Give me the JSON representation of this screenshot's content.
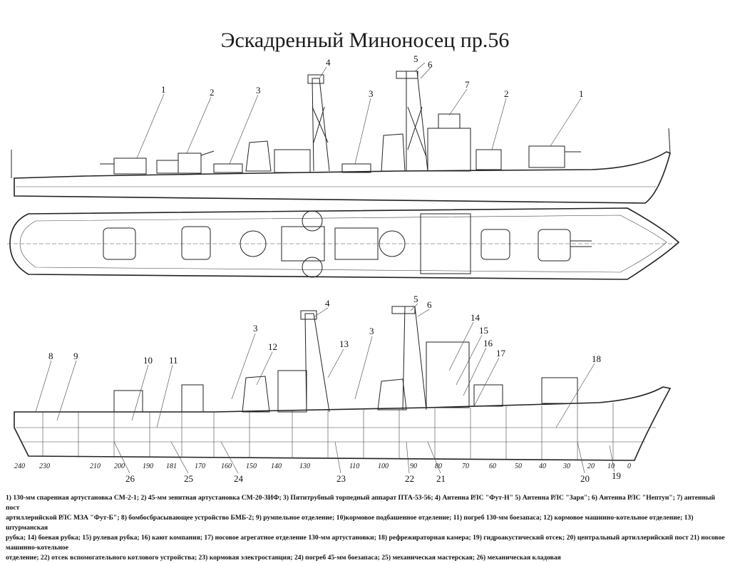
{
  "title": "Эскадренный Миноносец пр.56",
  "side_view_callouts": [
    "1",
    "2",
    "3",
    "4",
    "3",
    "5",
    "6",
    "7",
    "2",
    "1"
  ],
  "section_view_callouts": [
    "8",
    "9",
    "10",
    "11",
    "3",
    "12",
    "4",
    "13",
    "3",
    "5",
    "6",
    "14",
    "15",
    "16",
    "17",
    "18",
    "26",
    "25",
    "24",
    "23",
    "22",
    "21",
    "20",
    "19"
  ],
  "frame_numbers": [
    "240",
    "230",
    "210",
    "200",
    "190",
    "181",
    "170",
    "160",
    "140",
    "150",
    "130",
    "110",
    "100",
    "90",
    "80",
    "70",
    "60",
    "50",
    "40",
    "30",
    "20",
    "10",
    "0"
  ],
  "legend_lines": [
    "1) 130-мм спаренная артустановка СМ-2-1; 2) 45-мм зенитная артустановка СМ-20-ЗИФ; 3) Пятитрубный торпедный аппарат ПТА-53-56; 4) Антенна РЛС \"Фут-Н\" 5) Антенна РЛС \"Заря\"; 6) Антенна РЛС \"Нептун\"; 7) антенный пост",
    "артиллерийской РЛС МЗА \"Фут-Б\"; 8) бомбосбрасывающее устройство БМБ-2; 9) румпельное отделение; 10)кормовое подбашенное отделение; 11) погреб 130-мм боезапаса; 12) кормовое машинно-котельное отделение; 13) штурманская",
    "рубка; 14) боевая рубка; 15) рулевая рубка; 16) кают компания; 17) носовое агрегатное отделение 130-мм артустановки; 18) рефрежираторная камера; 19) гидроакустический отсек; 20) центральный артиллерийский пост 21) носовое машинно-котельное",
    "отделение; 22) отсек вспомогательного котлового устройства; 23) кормовая электростанция; 24) погреб 45-мм боезапаса; 25) механическая мастерская; 26) механическая кладовая"
  ]
}
